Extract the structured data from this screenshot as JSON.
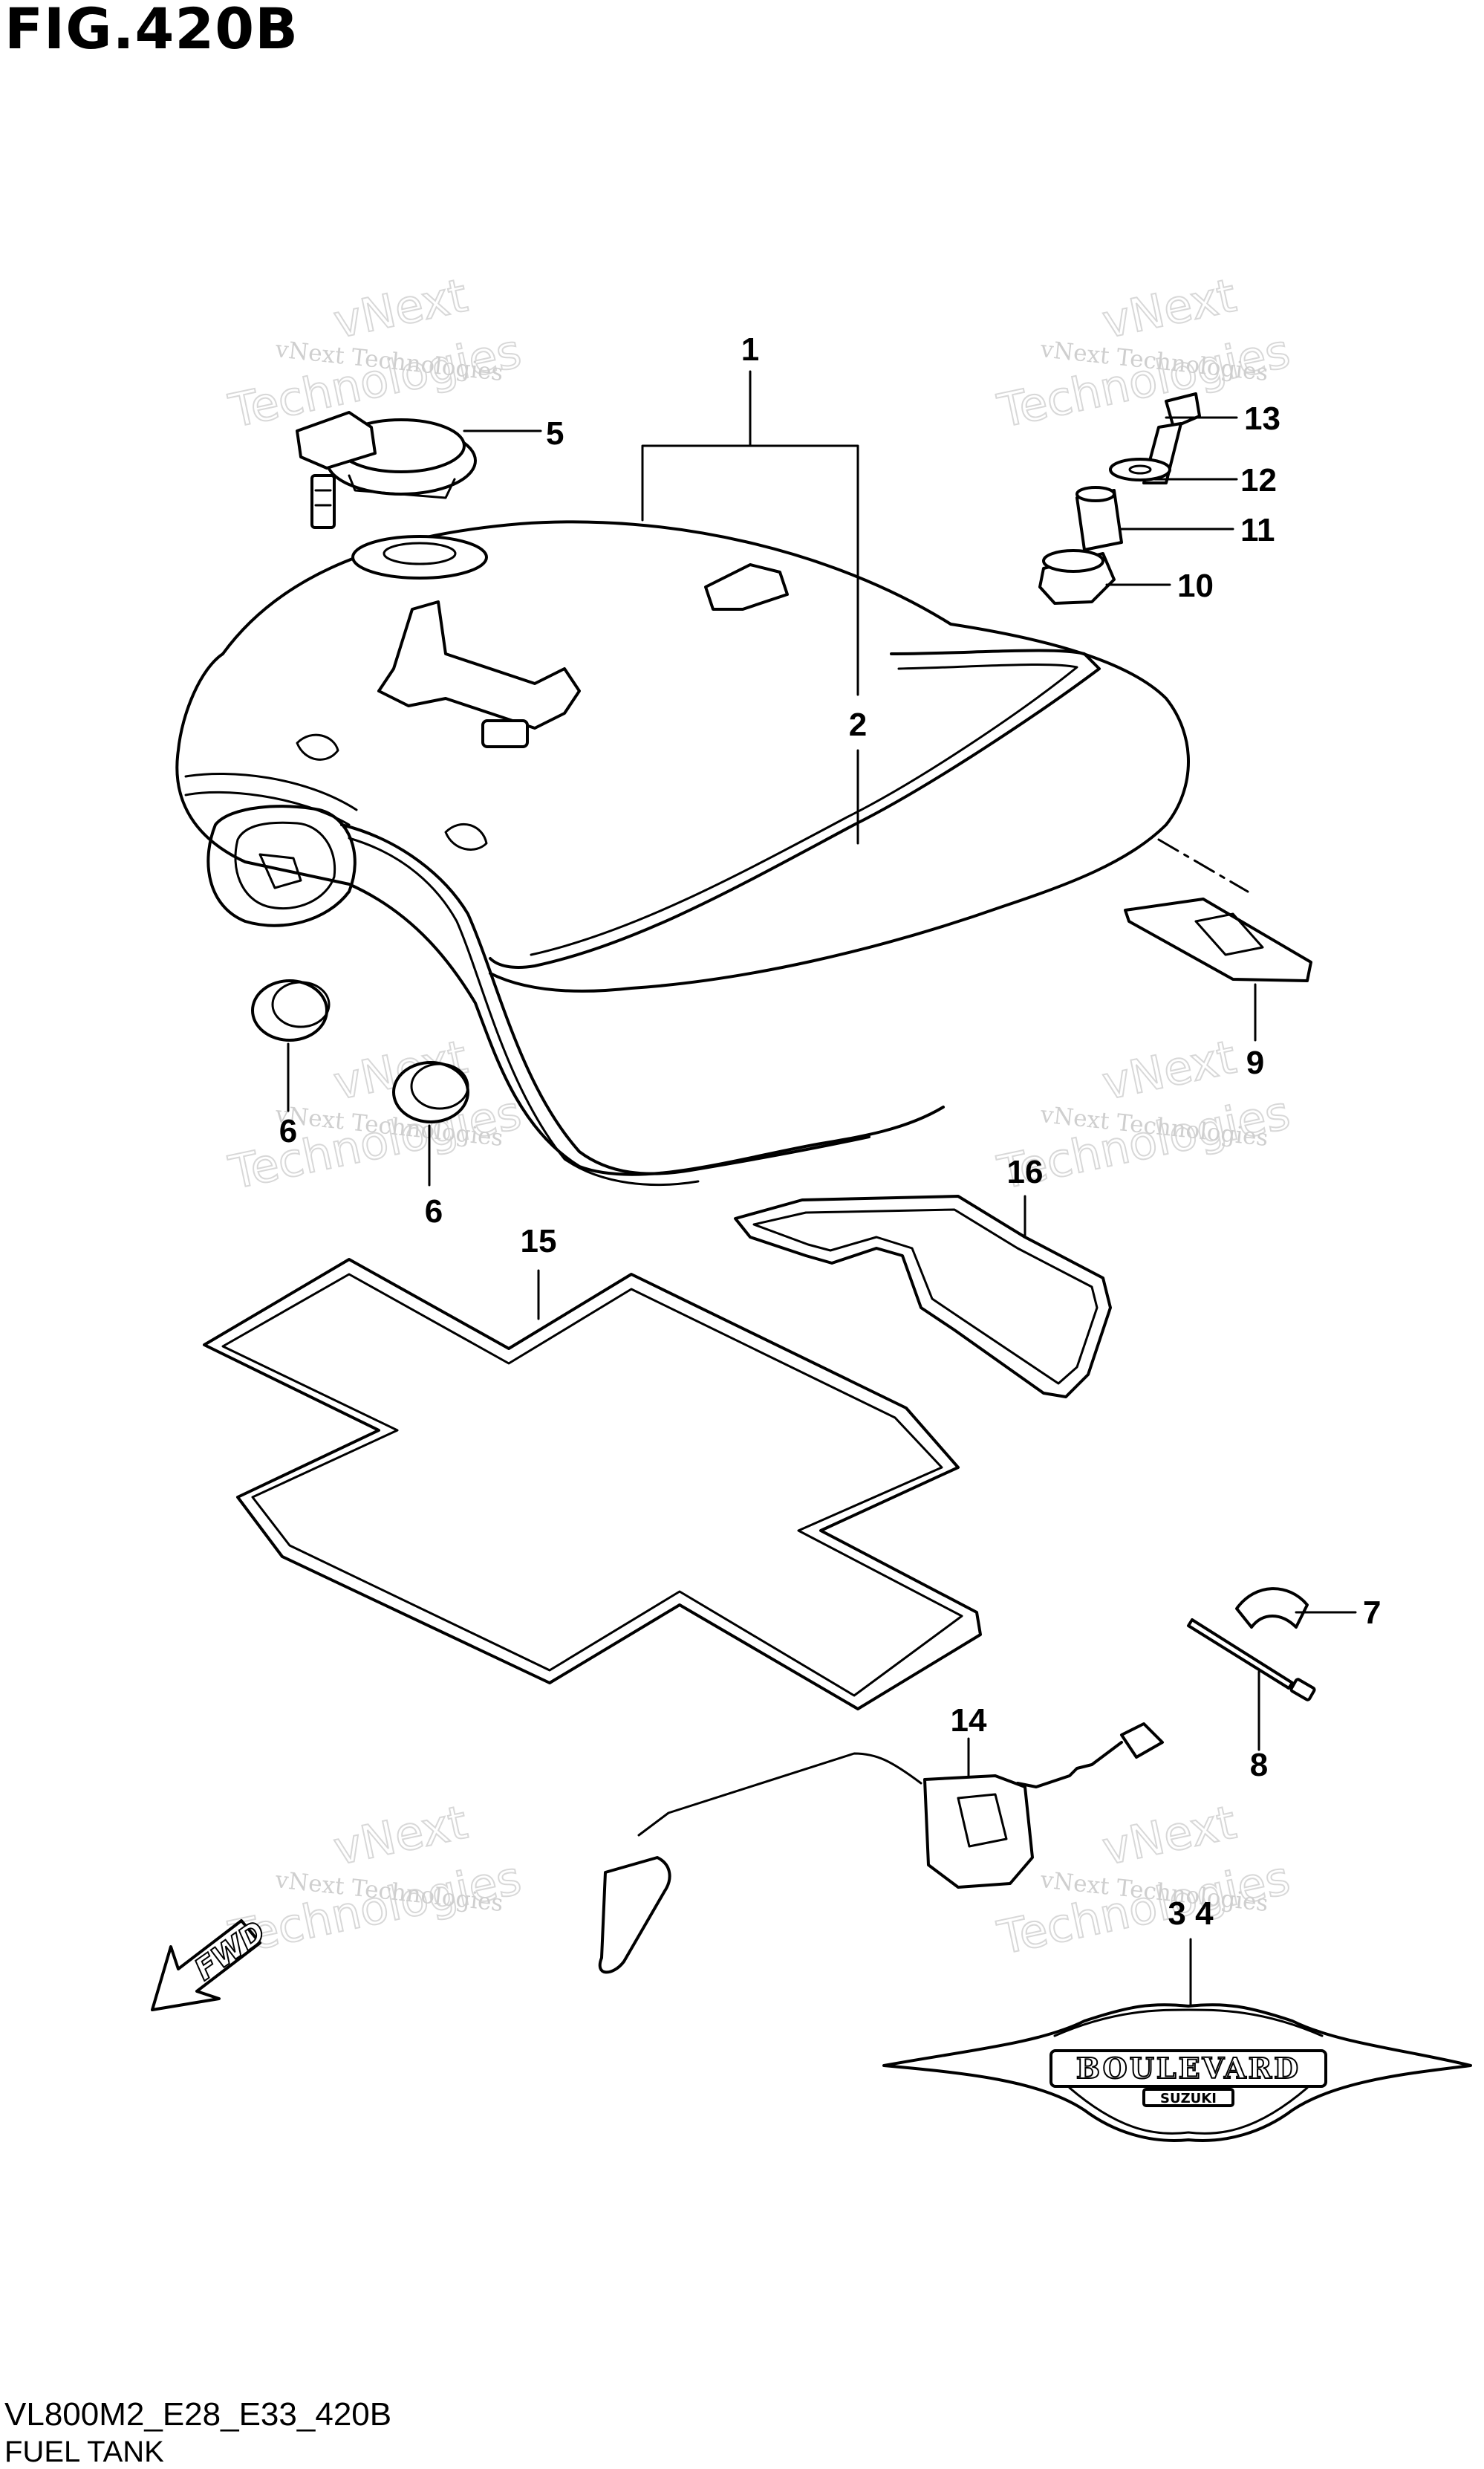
{
  "figure": {
    "title": "FIG.420B",
    "code": "VL800M2_E28_E33_420B",
    "name": "FUEL TANK"
  },
  "watermark": {
    "line1": "vNext Technologies",
    "line2": "Technologies",
    "top": "vNext"
  },
  "callouts": {
    "c1": "1",
    "c2": "2",
    "c34": "3 4",
    "c5": "5",
    "c6a": "6",
    "c6b": "6",
    "c7": "7",
    "c8": "8",
    "c9": "9",
    "c10": "10",
    "c11": "11",
    "c12": "12",
    "c13": "13",
    "c14": "14",
    "c15": "15",
    "c16": "16"
  },
  "emblem": {
    "brand": "BOULEVARD",
    "maker": "SUZUKI"
  },
  "fwd_arrow": {
    "label": "FWD"
  }
}
